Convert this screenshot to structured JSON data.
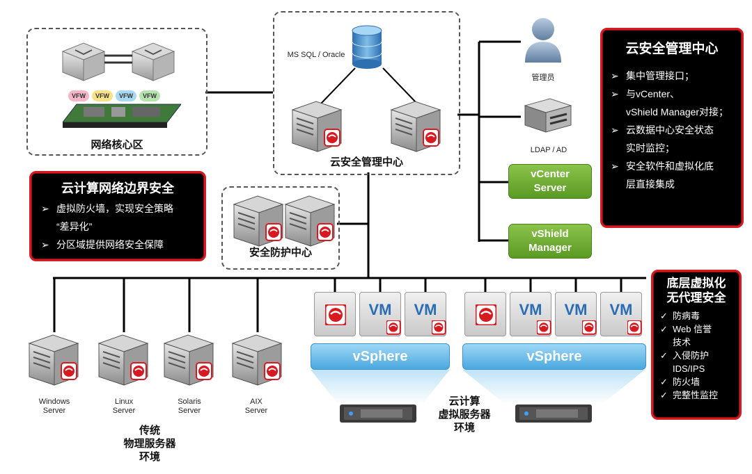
{
  "network_core": {
    "label": "网络核心区",
    "vfw": [
      "VFW",
      "VFW",
      "VFW",
      "VFW"
    ]
  },
  "mgmt_center": {
    "db_label": "MS SQL / Oracle",
    "label": "云安全管理中心"
  },
  "right_side": {
    "admin_label": "管理员",
    "ldap_label": "LDAP / AD",
    "vcenter": [
      "vCenter",
      "Server"
    ],
    "vshield": [
      "vShield",
      "Manager"
    ]
  },
  "protection_center": {
    "label": "安全防护中心"
  },
  "boundary_box": {
    "title": "云计算网络边界安全",
    "items": [
      "虚拟防火墙，实现安全策略",
      "“差异化”",
      "分区域提供网络安全保障"
    ]
  },
  "cloud_mgmt_box": {
    "title": "云安全管理中心",
    "items": [
      "集中管理接口；",
      "与vCenter、",
      "vShield Manager对接；",
      "云数据中心安全状态",
      "实时监控；",
      "安全软件和虚拟化底",
      "层直接集成"
    ]
  },
  "agentless_box": {
    "title": [
      "底层虚拟化",
      "无代理安全"
    ],
    "items": [
      "防病毒",
      "Web 信誉",
      "技术",
      "入侵防护",
      "IDS/IPS",
      "防火墙",
      "完整性监控"
    ]
  },
  "physical_servers": [
    {
      "name": [
        "Windows",
        "Server"
      ]
    },
    {
      "name": [
        "Linux",
        "Server"
      ]
    },
    {
      "name": [
        "Solaris",
        "Server"
      ]
    },
    {
      "name": [
        "AIX",
        "Server"
      ]
    }
  ],
  "physical_label": [
    "传统",
    "物理服务器",
    "环境"
  ],
  "virtual_label": [
    "云计算",
    "虚拟服务器",
    "环境"
  ],
  "vm_label": "VM",
  "vsphere_label": "vSphere",
  "colors": {
    "accent_red": "#d71920",
    "green": "#6fae2e",
    "vsphere_blue": "#4aa8e0",
    "vm_blue": "#2a6db5"
  }
}
